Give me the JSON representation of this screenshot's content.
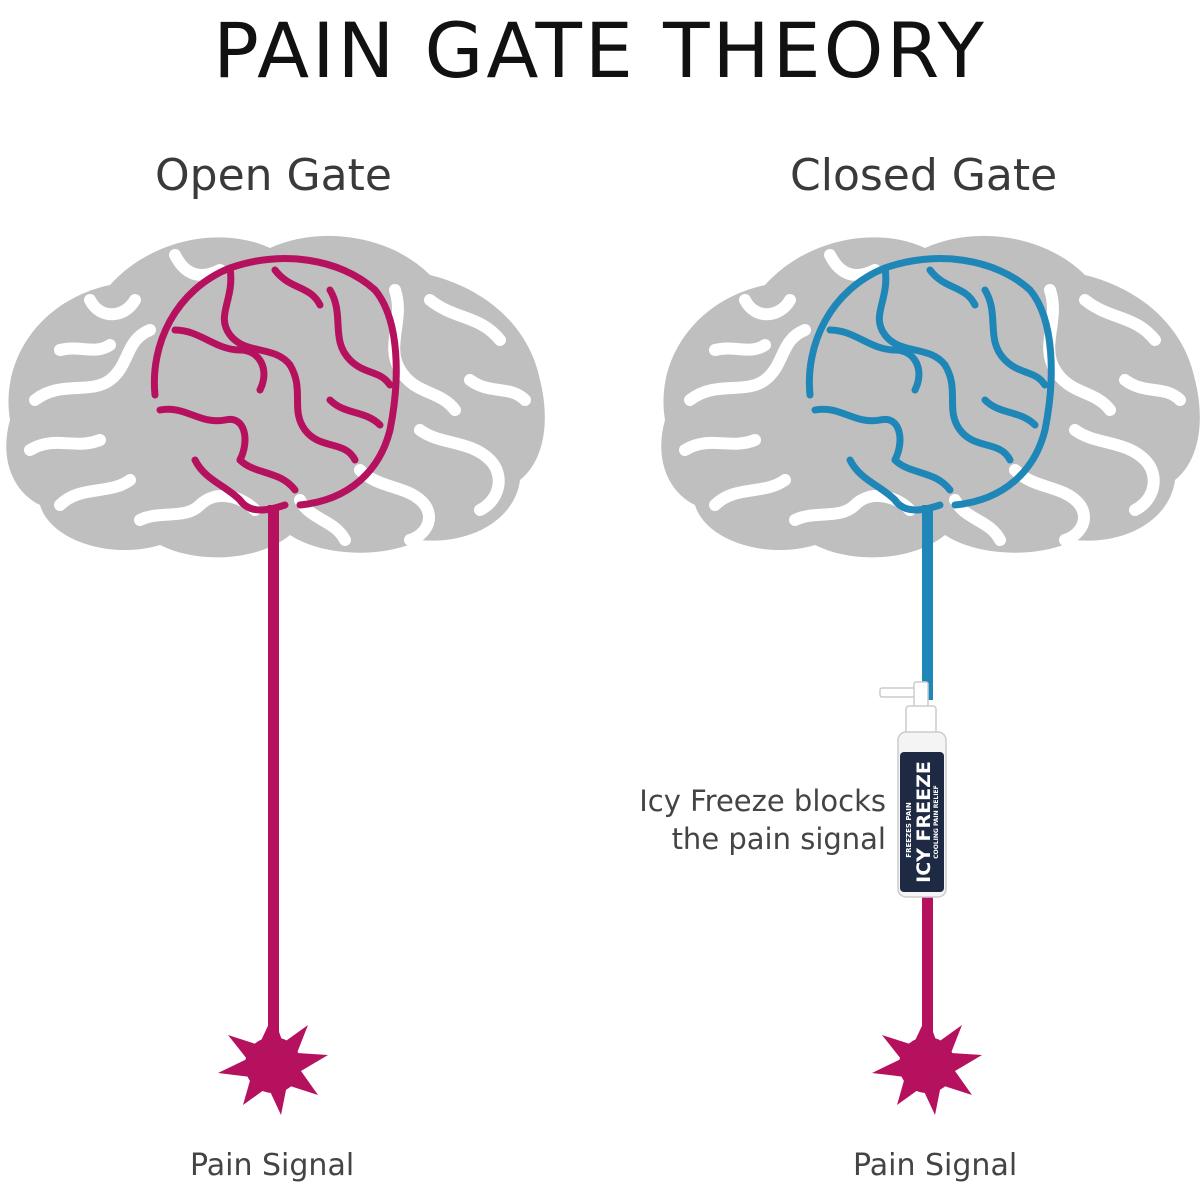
{
  "title": "PAIN GATE THEORY",
  "panels": {
    "open": {
      "label": "Open Gate",
      "pain_label": "Pain Signal"
    },
    "closed": {
      "label": "Closed Gate",
      "pain_label": "Pain Signal",
      "callout_line1": "Icy Freeze blocks",
      "callout_line2": "the pain signal"
    }
  },
  "product": {
    "brand_top": "FREEZES PAIN",
    "name": "ICY FREEZE",
    "subtitle": "COOLING PAIN RELIEF"
  },
  "colors": {
    "brain_gray": "#bfbfbf",
    "pain_magenta": "#b5115f",
    "cool_blue": "#1f86b8",
    "bottle_navy": "#1e2a44"
  }
}
